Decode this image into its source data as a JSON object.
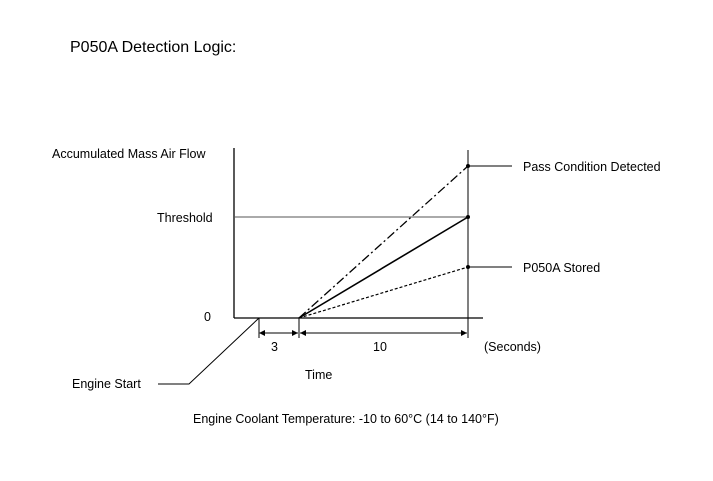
{
  "title": "P050A Detection Logic:",
  "y_axis_label": "Accumulated Mass Air Flow",
  "threshold_label": "Threshold",
  "zero_label": "0",
  "pass_label": "Pass Condition Detected",
  "stored_label": "P050A Stored",
  "interval_start_label": "3",
  "interval_detect_label": "10",
  "seconds_label": "(Seconds)",
  "time_label": "Time",
  "engine_start_label": "Engine Start",
  "coolant_note": "Engine Coolant Temperature: -10 to 60°C (14 to 140°F)",
  "colors": {
    "ink": "#000000",
    "threshold_line": "#555555"
  }
}
